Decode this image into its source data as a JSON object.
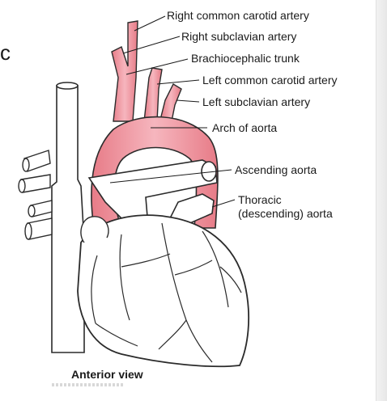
{
  "fragment_text": "c",
  "caption": "Anterior view",
  "labels": {
    "right_common_carotid": "Right common carotid artery",
    "right_subclavian": "Right subclavian artery",
    "brachiocephalic": "Brachiocephalic trunk",
    "left_common_carotid": "Left common carotid artery",
    "left_subclavian": "Left subclavian artery",
    "arch": "Arch of aorta",
    "ascending": "Ascending aorta",
    "thoracic_line1": "Thoracic",
    "thoracic_line2": "(descending) aorta"
  },
  "colors": {
    "artery": "#ec8c96",
    "artery_light": "#f7c2c8",
    "outline": "#2b2b2b",
    "background": "#ffffff"
  }
}
